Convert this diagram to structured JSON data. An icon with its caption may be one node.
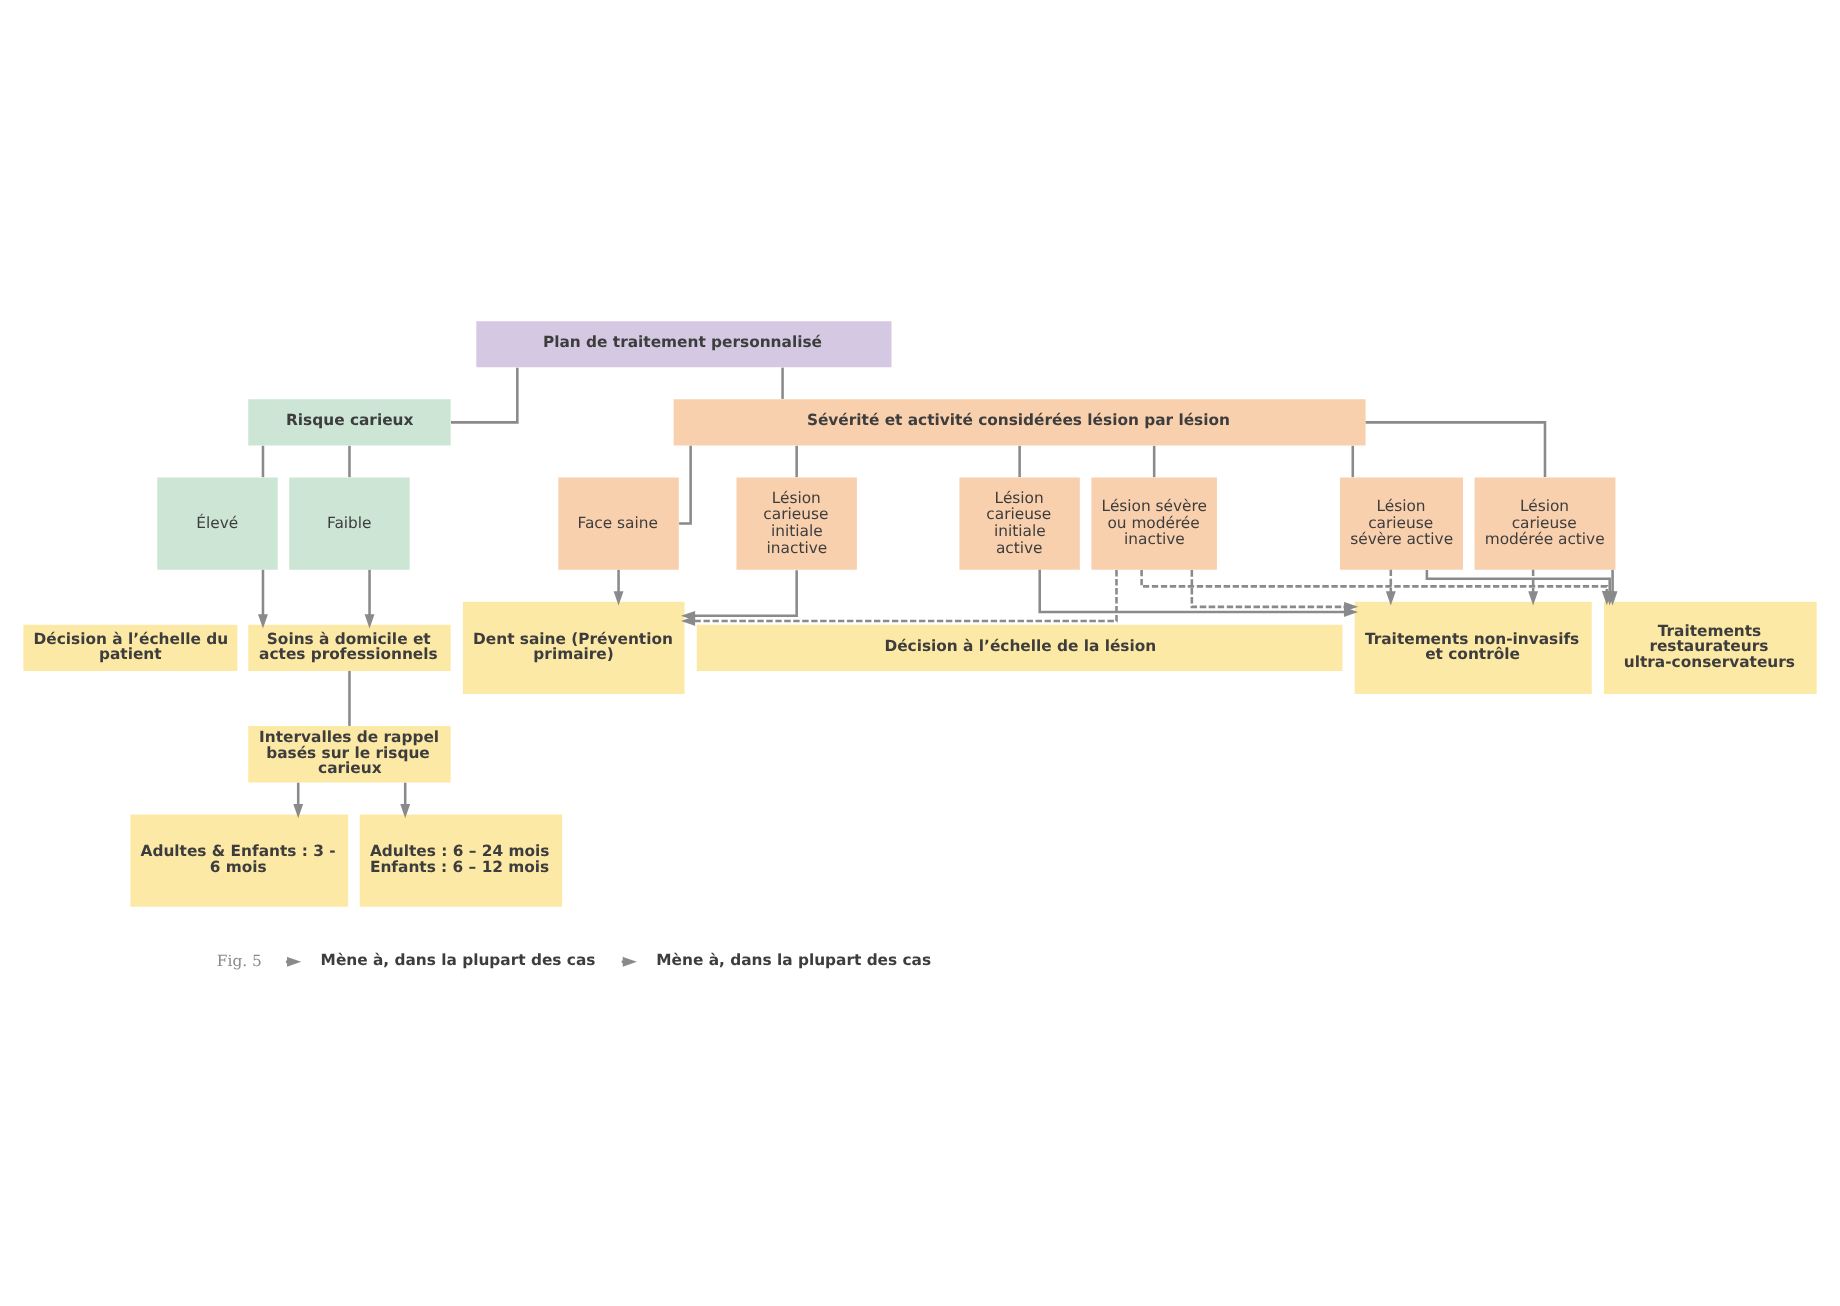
{
  "diagram": {
    "nodes": [
      {
        "text": [
          "Plan de traitement personnalisé"
        ]
      },
      {
        "text": [
          "Risque carieux"
        ]
      },
      {
        "text": [
          "Sévérité et activité considérées lésion par lésion"
        ]
      },
      {
        "text": [
          "Élevé"
        ]
      },
      {
        "text": [
          "Faible"
        ]
      },
      {
        "text": [
          "Lésion carieuse sévère active"
        ]
      },
      {
        "text": [
          "Lésion carieuse modérée active"
        ]
      },
      {
        "text": [
          "Lésion carieuse initiale active"
        ]
      },
      {
        "text": [
          "Lésion sévère ou modérée inactive"
        ]
      },
      {
        "text": [
          "Lésion carieuse initiale inactive"
        ]
      },
      {
        "text": [
          "Face saine"
        ]
      },
      {
        "text": [
          "Décision à l’échelle du patient"
        ]
      },
      {
        "text": [
          "Décision à l’échelle de la lésion"
        ]
      },
      {
        "text": [
          "Soins à domicile et actes professionnels"
        ]
      },
      {
        "text": [
          "Intervalles de rappel basés sur le risque carieux"
        ]
      },
      {
        "text": [
          "Adultes & Enfants : 3 - 6 mois"
        ]
      },
      {
        "text": [
          "Adultes : 6 – 24 mois Enfants : 6 – 12 mois"
        ]
      },
      {
        "text": [
          "Traitements restaurateurs ultra-conservateurs"
        ]
      },
      {
        "text": [
          "Traitements non-invasifs et contrôle"
        ]
      },
      {
        "text": [
          "Dent saine (Prévention primaire)"
        ]
      }
    ],
    "edges": [
      {
        "from": 0,
        "to": 1,
        "arrow": "none"
      },
      {
        "from": 0,
        "to": 2,
        "arrow": "none"
      },
      {
        "from": 1,
        "to": 3,
        "arrow": "none"
      },
      {
        "from": 1,
        "to": 4,
        "arrow": "none"
      },
      {
        "from": 2,
        "to": 5,
        "arrow": "none"
      },
      {
        "from": 2,
        "to": 6,
        "arrow": "none"
      },
      {
        "from": 2,
        "to": 7,
        "arrow": "none"
      },
      {
        "from": 2,
        "to": 8,
        "arrow": "none"
      },
      {
        "from": 2,
        "to": 9,
        "arrow": "none"
      },
      {
        "from": 2,
        "to": 10,
        "arrow": "none"
      },
      {
        "from": 3,
        "to": 13,
        "arrow": "to"
      },
      {
        "from": 4,
        "to": 13,
        "arrow": "to"
      },
      {
        "from": 13,
        "to": 14,
        "arrow": "none"
      },
      {
        "from": 14,
        "to": 15,
        "arrow": "to"
      },
      {
        "from": 14,
        "to": 16,
        "arrow": "to"
      },
      {
        "from": 5,
        "to": 17,
        "arrow": "to"
      },
      {
        "from": 5,
        "to": 18,
        "arrow": "to",
        "style": "dashed"
      },
      {
        "from": 6,
        "to": 17,
        "arrow": "to"
      },
      {
        "from": 6,
        "to": 18,
        "arrow": "to",
        "style": "dashed"
      },
      {
        "from": 7,
        "to": 18,
        "arrow": "to"
      },
      {
        "from": 8,
        "to": 17,
        "arrow": "to",
        "style": "dashed"
      },
      {
        "from": 8,
        "to": 18,
        "arrow": "to",
        "style": "dashed"
      },
      {
        "from": 8,
        "to": 19,
        "arrow": "to",
        "style": "dashed"
      },
      {
        "from": 9,
        "to": 19,
        "arrow": "to"
      },
      {
        "from": 10,
        "to": 19,
        "arrow": "to"
      }
    ],
    "labels": [
      "Fig. 5"
    ],
    "legend": [
      {
        "text": "Mène à, dans la plupart des cas"
      },
      {
        "text": "Mène à, dans la plupart des cas"
      }
    ]
  }
}
